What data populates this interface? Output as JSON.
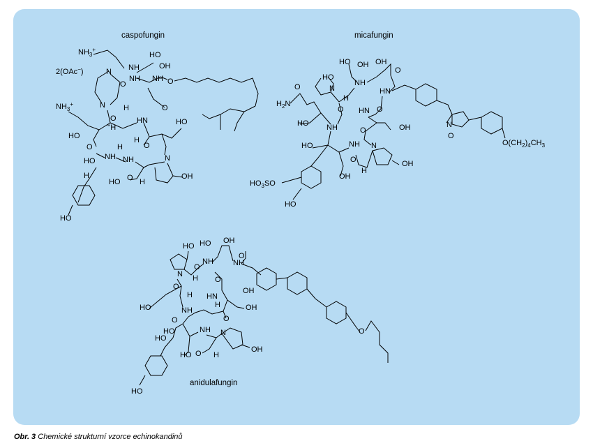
{
  "figure": {
    "caption_number": "Obr. 3",
    "caption_text": "Chemické strukturní vzorce echinokandinů",
    "background_color": "#b7dbf3"
  },
  "molecules": [
    {
      "name": "caspofungin",
      "labels": [
        "NH3+",
        "NH3+",
        "2(OAc-)",
        "HO",
        "NH",
        "N",
        "NH",
        "NH",
        "O",
        "O",
        "HO",
        "H",
        "HN",
        "OH",
        "O",
        "NH",
        "O",
        "N",
        "OH",
        "HO",
        "O",
        "NH",
        "HO",
        "O",
        "H",
        "HO",
        "H",
        "HO"
      ]
    },
    {
      "name": "micafungin",
      "labels": [
        "HO",
        "OH",
        "HO",
        "OH",
        "O",
        "N",
        "NH",
        "HN",
        "H",
        "H2N",
        "O",
        "O",
        "HO",
        "NH",
        "HN",
        "O",
        "OH",
        "N",
        "O",
        "N",
        "OH",
        "HO",
        "OH",
        "HO3SO",
        "HO",
        "O(CH2)4CH3",
        "O"
      ]
    },
    {
      "name": "anidulafungin",
      "labels": [
        "HO",
        "OH",
        "HO",
        "OH",
        "O",
        "N",
        "NH",
        "NH",
        "H",
        "O",
        "HN",
        "HO",
        "H",
        "OH",
        "NH",
        "HN",
        "O",
        "HO",
        "NH",
        "N",
        "OH",
        "HO",
        "O",
        "HO",
        "H",
        "HO",
        "O",
        "O"
      ]
    }
  ]
}
